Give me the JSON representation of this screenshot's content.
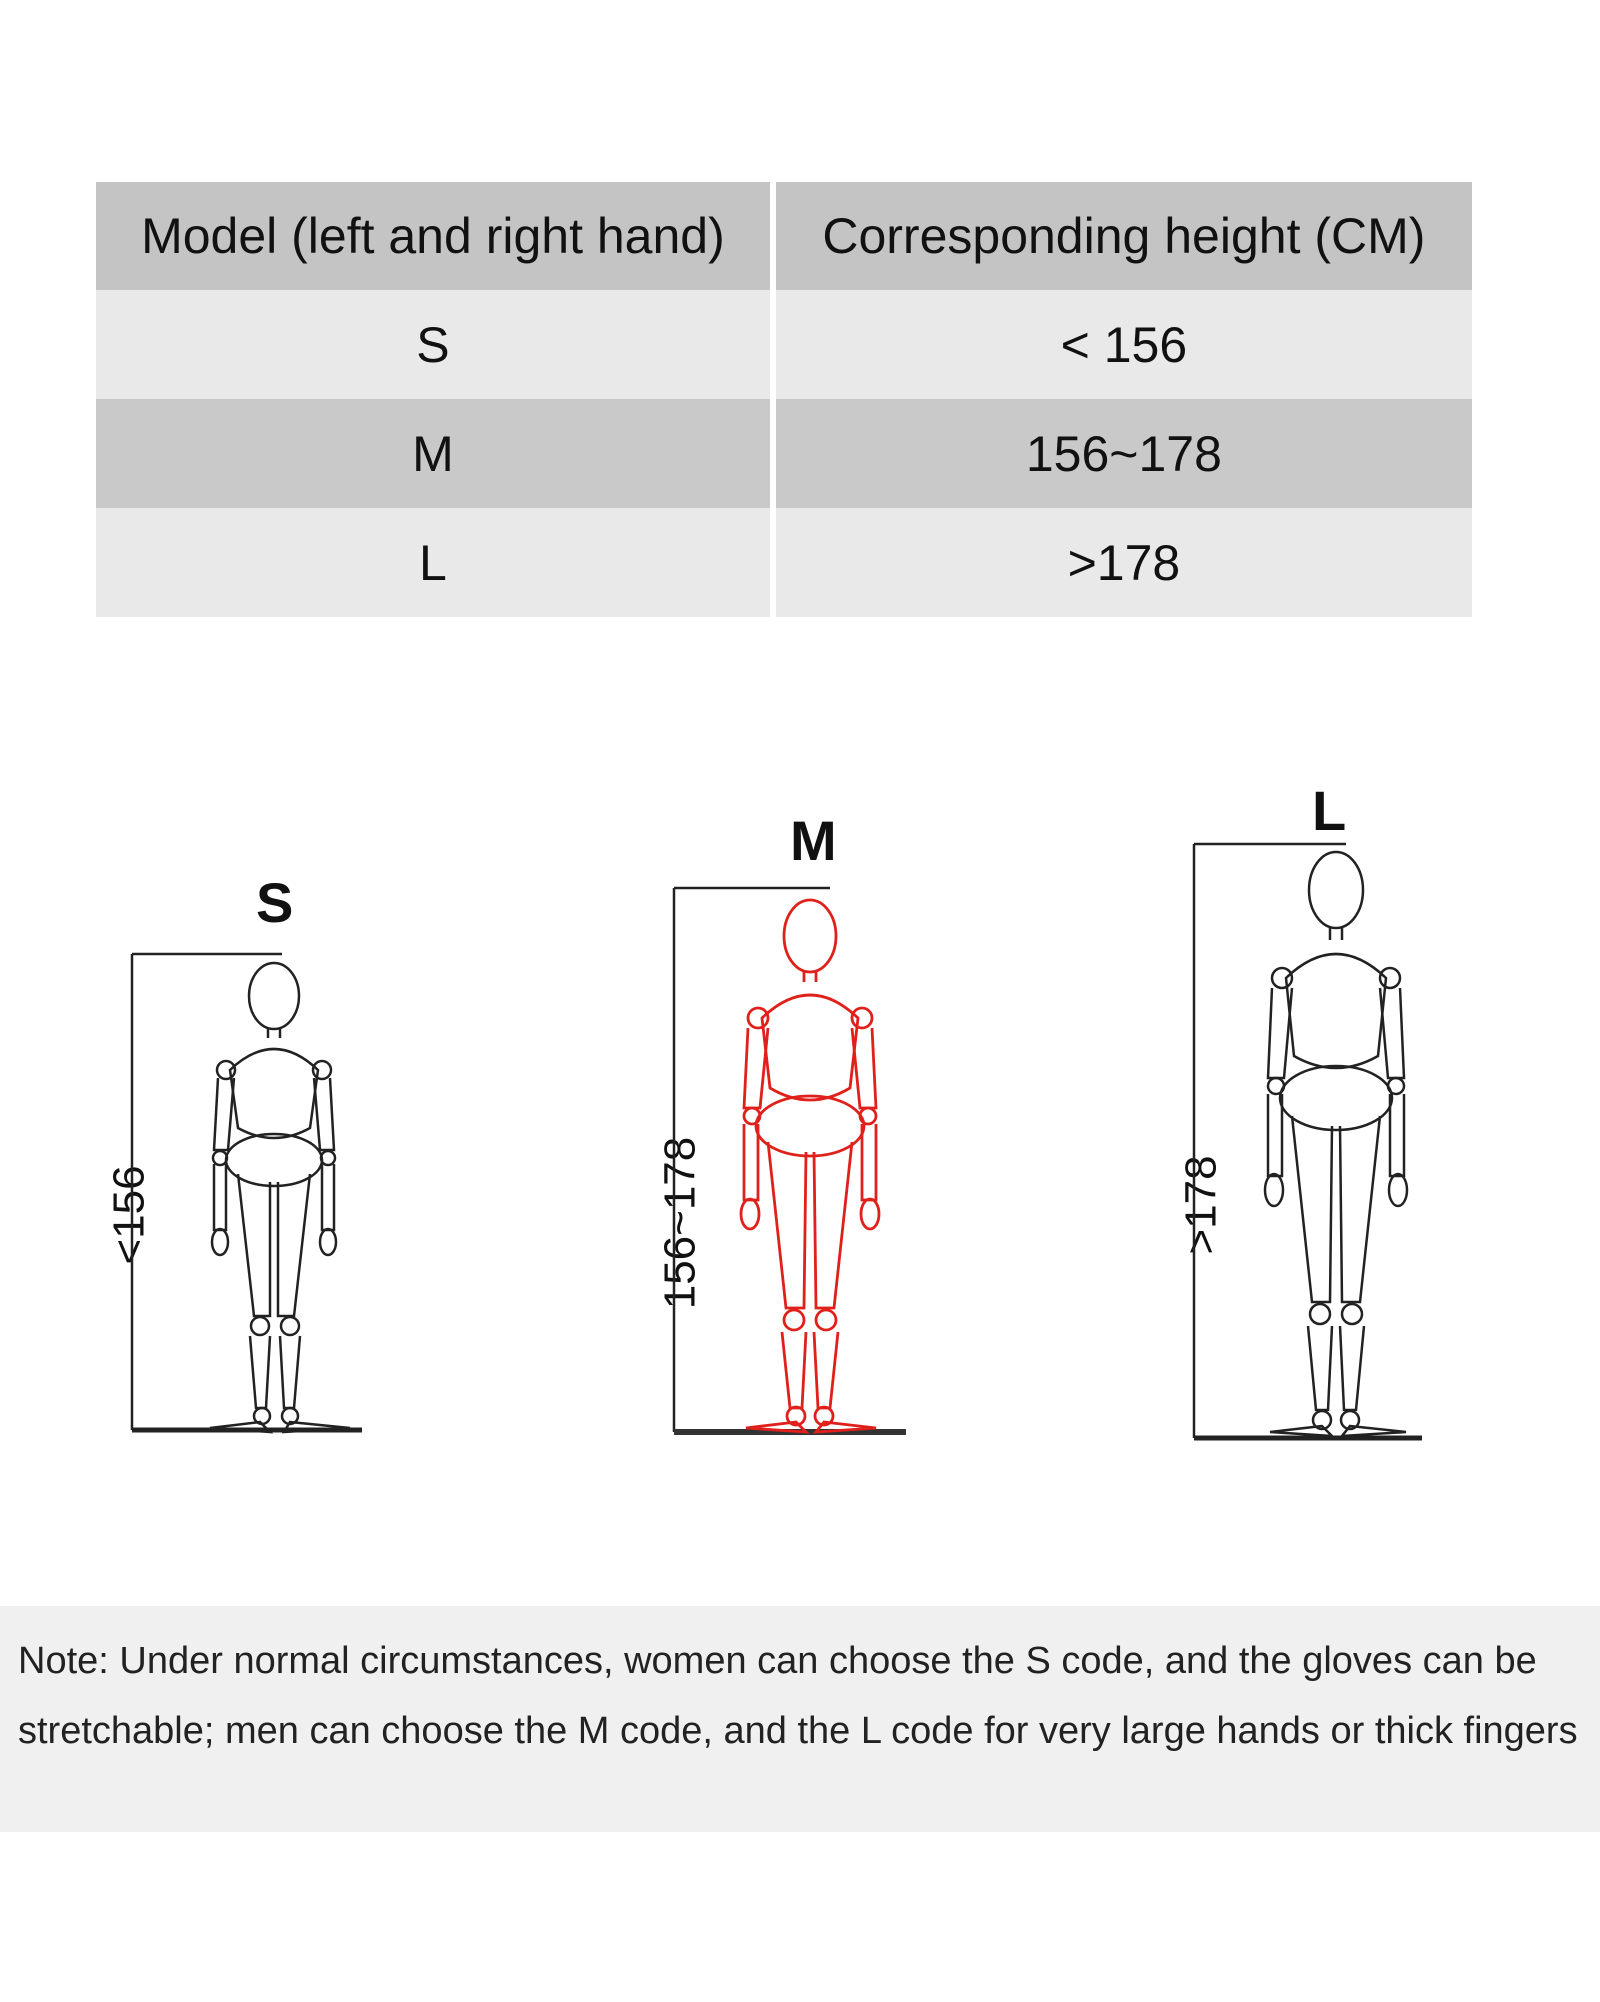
{
  "table": {
    "headers": [
      "Model (left and right hand)",
      "Corresponding height (CM)"
    ],
    "rows": [
      {
        "model": "S",
        "height": "< 156"
      },
      {
        "model": "M",
        "height": "156~178"
      },
      {
        "model": "L",
        "height": ">178"
      }
    ]
  },
  "figures": [
    {
      "size": "S",
      "height_label": "<156",
      "color": "#222222"
    },
    {
      "size": "M",
      "height_label": "156~178",
      "color": "#e0201a"
    },
    {
      "size": "L",
      "height_label": ">178",
      "color": "#222222"
    }
  ],
  "note": "Note: Under normal circumstances, women can choose the S code, and the gloves can be stretchable; men can choose the M code, and the L code for very large hands or thick fingers"
}
